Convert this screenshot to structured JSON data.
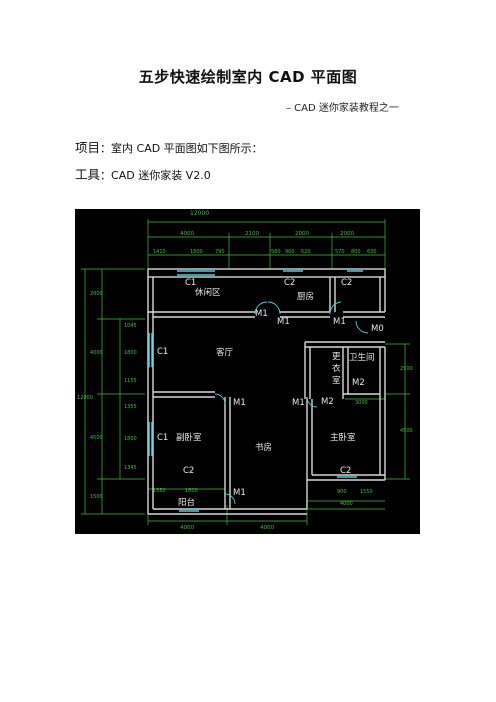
{
  "document": {
    "title": "五步快速绘制室内 CAD 平面图",
    "subtitle": "– CAD 迷你家装教程之一",
    "project_label": "项目",
    "project_text": "：室内 CAD 平面图如下图所示：",
    "tool_label": "工具",
    "tool_text": "：CAD 迷你家装 V2.0"
  },
  "floorplan": {
    "dims": {
      "total_top": "12000",
      "top_1": "4000",
      "top_2": "2100",
      "top_3": "2000",
      "top_4": "2000",
      "sub_1": "1410",
      "sub_2": "1800",
      "sub_3": "790",
      "sub_4": "580",
      "sub_5": "900",
      "sub_6": "620",
      "sub_7": "570",
      "sub_8": "800",
      "sub_9": "630",
      "left_total": "12000",
      "left_1": "2000",
      "left_2": "4000",
      "left_3": "4500",
      "left_4": "1500",
      "inner_1": "1045",
      "inner_2": "1800",
      "inner_3": "1155",
      "inner_4": "1355",
      "inner_5": "1800",
      "inner_6": "1345",
      "right_1": "2500",
      "right_2": "4500",
      "right_3": "3000",
      "bottom_1": "4000",
      "bottom_2": "4000",
      "bot_sub_1": "1550",
      "bot_sub_2": "1800",
      "bot_sub_3": "900",
      "bot_sub_4": "1550",
      "bot_right": "4000"
    },
    "rooms": {
      "leisure": "休闲区",
      "kitchen": "厨房",
      "living": "客厅",
      "bathroom": "卫生间",
      "dressing_1": "更",
      "dressing_2": "衣",
      "dressing_3": "室",
      "second_bedroom": "副卧室",
      "study": "书房",
      "master_bedroom": "主卧室",
      "balcony": "阳台"
    },
    "tags": {
      "c1_top": "C1",
      "c2_kitchen": "C2",
      "c2_right": "C2",
      "c1_living": "C1",
      "c1_bedroom": "C1",
      "c2_bottom_left": "C2",
      "c2_bottom_right": "C2",
      "m1_a": "M1",
      "m1_b": "M1",
      "m1_c": "M1",
      "m0": "M0",
      "m2_a": "M2",
      "m2_b": "M2",
      "m1_d": "M1",
      "m1_e": "M1",
      "m1_f": "M1"
    }
  }
}
